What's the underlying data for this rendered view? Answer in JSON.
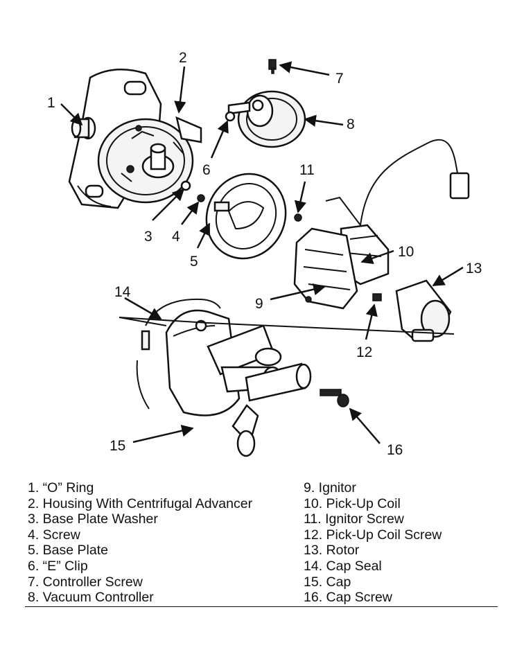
{
  "callouts": [
    "1",
    "2",
    "3",
    "4",
    "5",
    "6",
    "7",
    "8",
    "9",
    "10",
    "11",
    "12",
    "13",
    "14",
    "15",
    "16"
  ],
  "legend": {
    "left": [
      "1. “O” Ring",
      "2. Housing With Centrifugal Advancer",
      "3. Base Plate Washer",
      "4. Screw",
      "5. Base Plate",
      "6. “E” Clip",
      "7. Controller Screw",
      "8. Vacuum Controller"
    ],
    "right": [
      "9. Ignitor",
      "10. Pick-Up Coil",
      "11. Ignitor Screw",
      "12. Pick-Up Coil Screw",
      "13. Rotor",
      "14. Cap Seal",
      "15. Cap",
      "16. Cap Screw"
    ]
  }
}
